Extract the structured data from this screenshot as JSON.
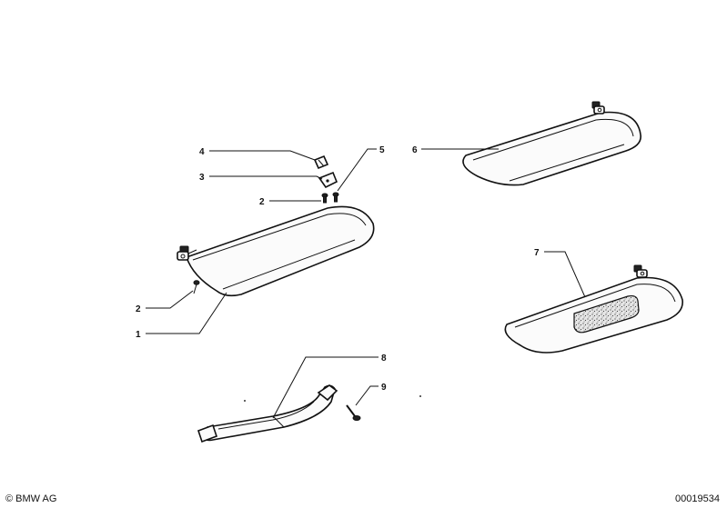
{
  "callouts": [
    {
      "label": "1"
    },
    {
      "label": "2"
    },
    {
      "label": "2"
    },
    {
      "label": "3"
    },
    {
      "label": "4"
    },
    {
      "label": "5"
    },
    {
      "label": "6"
    },
    {
      "label": "7"
    },
    {
      "label": "8"
    },
    {
      "label": "9"
    }
  ],
  "footer": {
    "copyright": "© BMW AG",
    "part_number": "00019534"
  }
}
